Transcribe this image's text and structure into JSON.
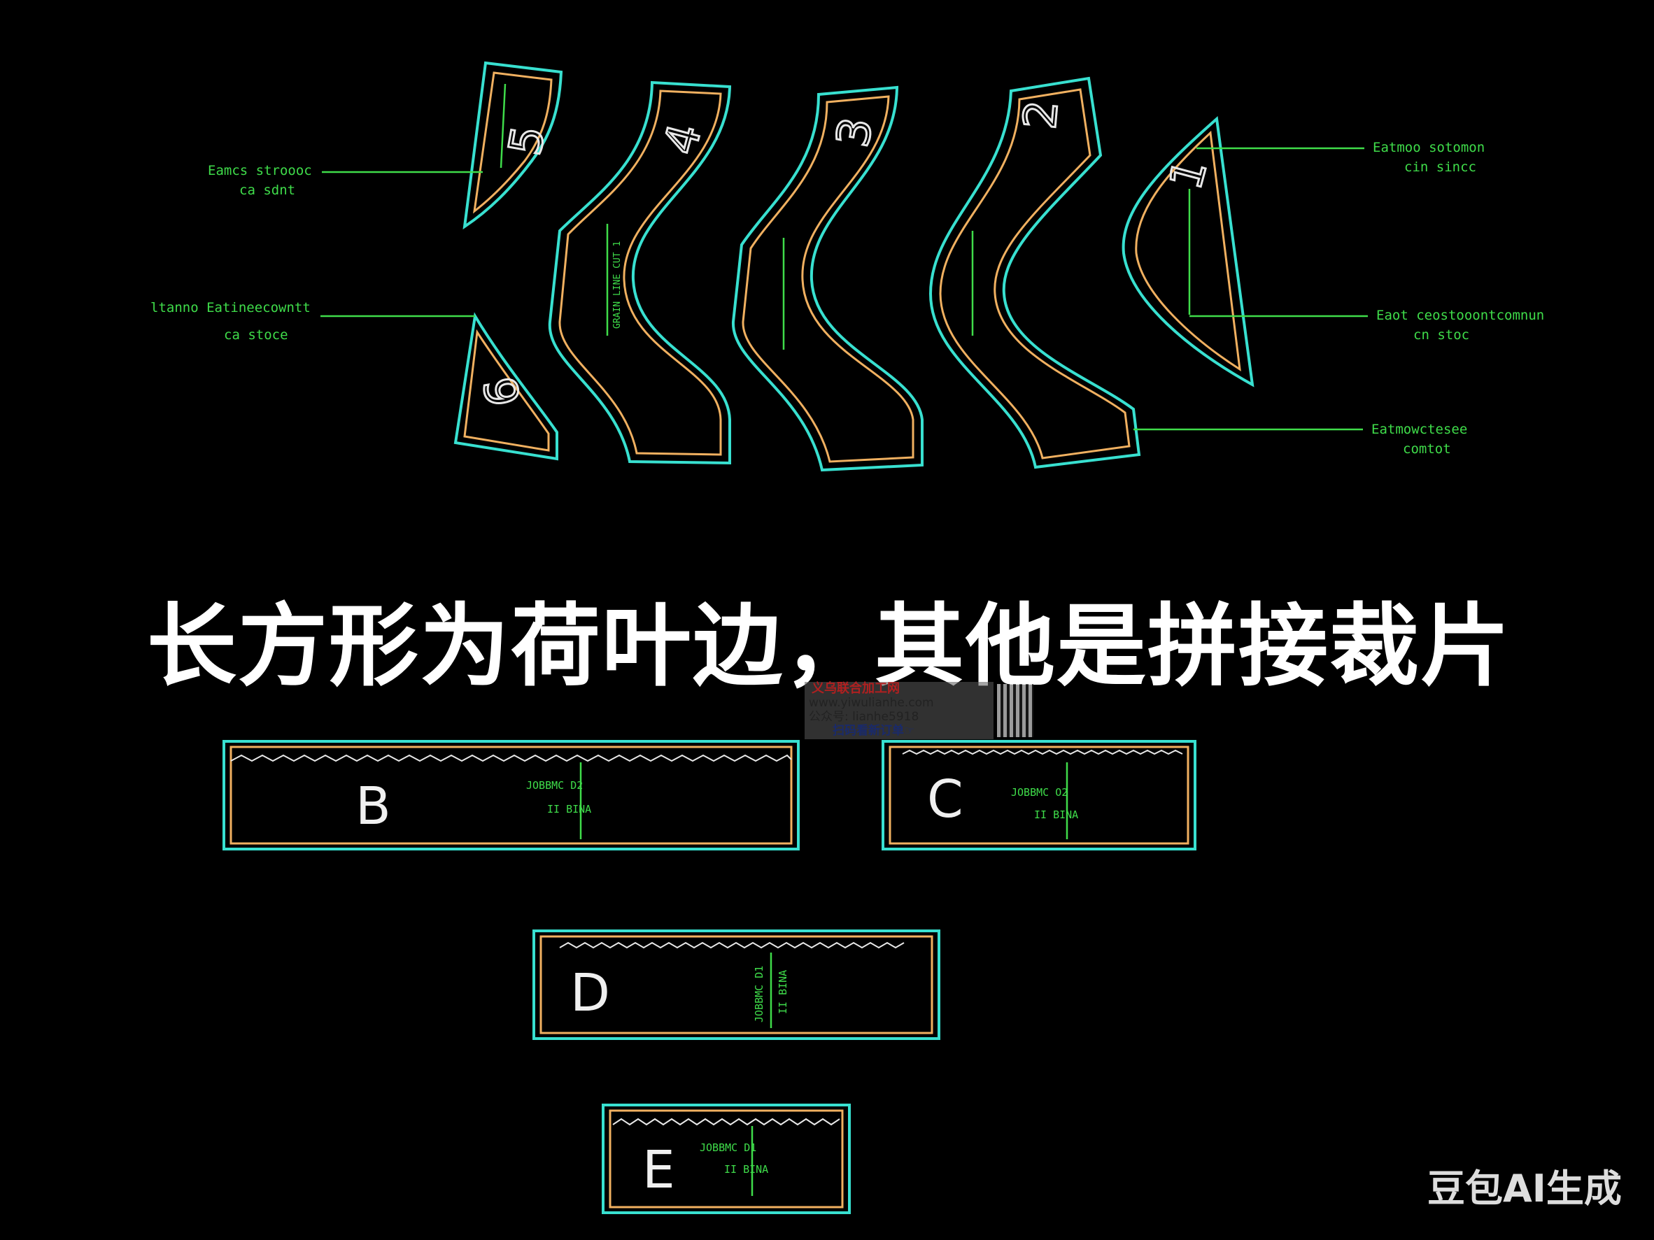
{
  "title": "长方形为荷叶边，其他是拼接裁片",
  "pieces_top": {
    "numbers": [
      "5",
      "4",
      "3",
      "2",
      "1",
      "6"
    ],
    "grain_text": "GRAIN LINE CUT 1"
  },
  "callouts": [
    {
      "line1": "Eamcs stroooc",
      "line2": "ca sdnt"
    },
    {
      "line1": "ltanno Eatineecowntt",
      "line2": "ca stoce"
    },
    {
      "line1": "Eatmoo sotomon",
      "line2": "cin sincc"
    },
    {
      "line1": "Eaot ceostooontcomnun",
      "line2": "cn stoc"
    },
    {
      "line1": "Eatmowctesee",
      "line2": "comtot"
    }
  ],
  "rect_pieces": [
    {
      "letter": "B",
      "line1": "JOBBMC D2",
      "line2": "II BINA"
    },
    {
      "letter": "C",
      "line1": "JOBBMC O2",
      "line2": "II BINA"
    },
    {
      "letter": "D",
      "line1": "JOBBMC D1",
      "line2": "II BINA"
    },
    {
      "letter": "E",
      "line1": "JOBBMC D1",
      "line2": "II BINA"
    }
  ],
  "watermark": {
    "name": "义乌联合加工网",
    "url": "www.yiwulianhe.com",
    "account": "公众号: lianhe5918",
    "cta": "扫码看新订单☞"
  },
  "brand": "豆包AI生成"
}
